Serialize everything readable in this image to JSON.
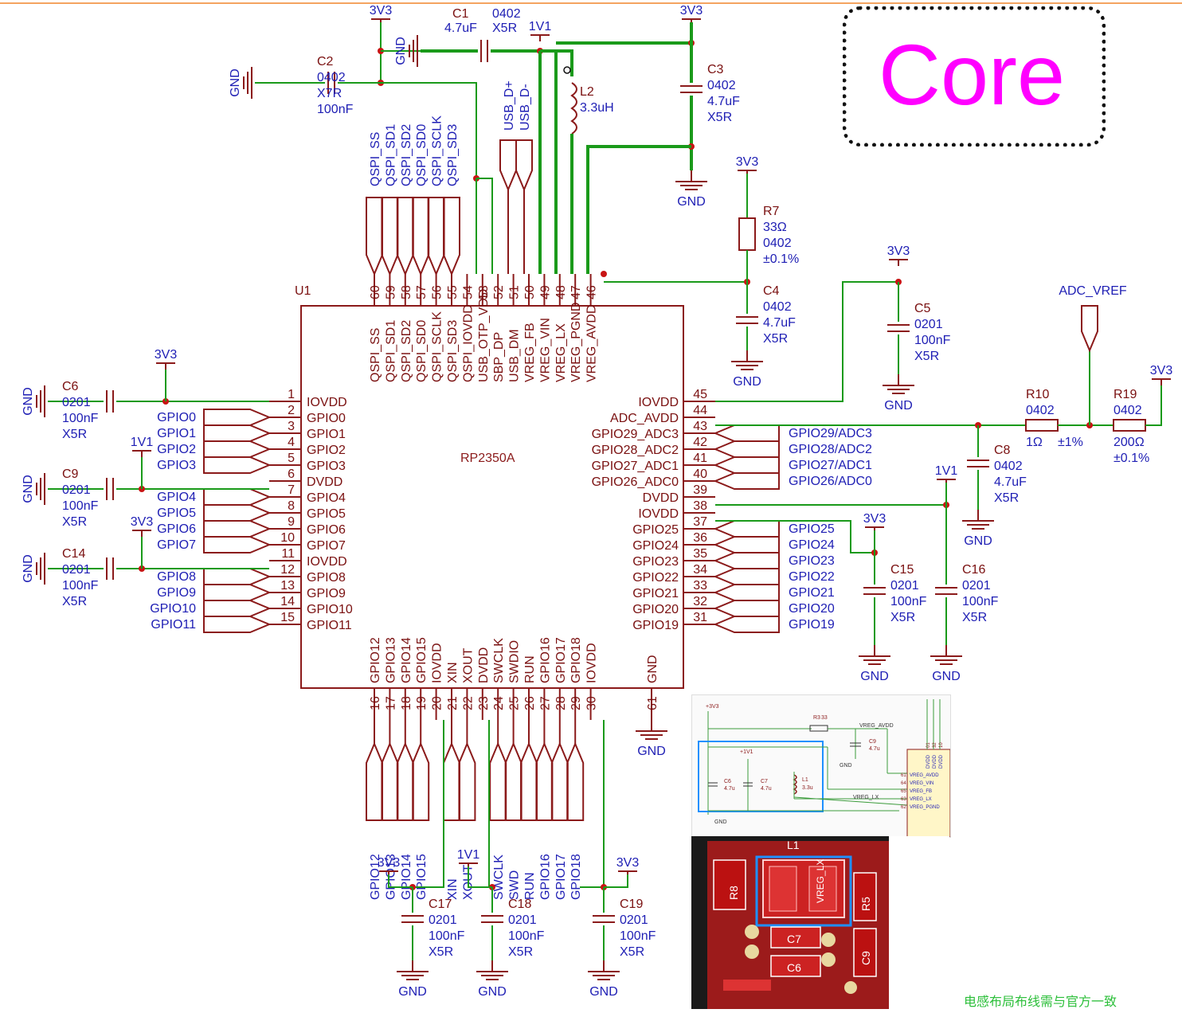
{
  "title": "Core",
  "ic": {
    "ref": "U1",
    "part": "RP2350A"
  },
  "left_pins": [
    {
      "num": "1",
      "name": "IOVDD"
    },
    {
      "num": "2",
      "name": "GPIO0"
    },
    {
      "num": "3",
      "name": "GPIO1"
    },
    {
      "num": "4",
      "name": "GPIO2"
    },
    {
      "num": "5",
      "name": "GPIO3"
    },
    {
      "num": "6",
      "name": "DVDD"
    },
    {
      "num": "7",
      "name": "GPIO4"
    },
    {
      "num": "8",
      "name": "GPIO5"
    },
    {
      "num": "9",
      "name": "GPIO6"
    },
    {
      "num": "10",
      "name": "GPIO7"
    },
    {
      "num": "11",
      "name": "IOVDD"
    },
    {
      "num": "12",
      "name": "GPIO8"
    },
    {
      "num": "13",
      "name": "GPIO9"
    },
    {
      "num": "14",
      "name": "GPIO10"
    },
    {
      "num": "15",
      "name": "GPIO11"
    }
  ],
  "right_pins": [
    {
      "num": "45",
      "name": "IOVDD"
    },
    {
      "num": "44",
      "name": "ADC_AVDD"
    },
    {
      "num": "43",
      "name": "GPIO29_ADC3"
    },
    {
      "num": "42",
      "name": "GPIO28_ADC2"
    },
    {
      "num": "41",
      "name": "GPIO27_ADC1"
    },
    {
      "num": "40",
      "name": "GPIO26_ADC0"
    },
    {
      "num": "39",
      "name": "DVDD"
    },
    {
      "num": "38",
      "name": "IOVDD"
    },
    {
      "num": "37",
      "name": "GPIO25"
    },
    {
      "num": "36",
      "name": "GPIO24"
    },
    {
      "num": "35",
      "name": "GPIO23"
    },
    {
      "num": "34",
      "name": "GPIO22"
    },
    {
      "num": "33",
      "name": "GPIO21"
    },
    {
      "num": "32",
      "name": "GPIO20"
    },
    {
      "num": "31",
      "name": "GPIO19"
    }
  ],
  "top_pins": [
    {
      "num": "60",
      "name": "QSPI_SS"
    },
    {
      "num": "59",
      "name": "QSPI_SD1"
    },
    {
      "num": "58",
      "name": "QSPI_SD2"
    },
    {
      "num": "57",
      "name": "QSPI_SD0"
    },
    {
      "num": "56",
      "name": "QSPI_SCLK"
    },
    {
      "num": "55",
      "name": "QSPI_SD3"
    },
    {
      "num": "54",
      "name": "QSPI_IOVDD"
    },
    {
      "num": "53",
      "name": "USB_OTP_VDD"
    },
    {
      "num": "52",
      "name": "SBP_DP"
    },
    {
      "num": "51",
      "name": "USB_DM"
    },
    {
      "num": "50",
      "name": "VREG_FB"
    },
    {
      "num": "49",
      "name": "VREG_VIN"
    },
    {
      "num": "48",
      "name": "VREG_LX"
    },
    {
      "num": "47",
      "name": "VREG_PGND"
    },
    {
      "num": "46",
      "name": "VREG_AVDD"
    }
  ],
  "bottom_pins": [
    {
      "num": "16",
      "name": "GPIO12"
    },
    {
      "num": "17",
      "name": "GPIO13"
    },
    {
      "num": "18",
      "name": "GPIO14"
    },
    {
      "num": "19",
      "name": "GPIO15"
    },
    {
      "num": "20",
      "name": "IOVDD"
    },
    {
      "num": "21",
      "name": "XIN"
    },
    {
      "num": "22",
      "name": "XOUT"
    },
    {
      "num": "23",
      "name": "DVDD"
    },
    {
      "num": "24",
      "name": "SWCLK"
    },
    {
      "num": "25",
      "name": "SWDIO"
    },
    {
      "num": "26",
      "name": "RUN"
    },
    {
      "num": "27",
      "name": "GPIO16"
    },
    {
      "num": "28",
      "name": "GPIO17"
    },
    {
      "num": "29",
      "name": "GPIO18"
    },
    {
      "num": "30",
      "name": "IOVDD"
    },
    {
      "num": "61",
      "name": "GND"
    }
  ],
  "left_nets": [
    "GPIO0",
    "GPIO1",
    "GPIO2",
    "GPIO3",
    "GPIO4",
    "GPIO5",
    "GPIO6",
    "GPIO7",
    "GPIO8",
    "GPIO9",
    "GPIO10",
    "GPIO11"
  ],
  "right_nets": [
    "GPIO29/ADC3",
    "GPIO28/ADC2",
    "GPIO27/ADC1",
    "GPIO26/ADC0",
    "GPIO25",
    "GPIO24",
    "GPIO23",
    "GPIO22",
    "GPIO21",
    "GPIO20",
    "GPIO19"
  ],
  "top_nets": [
    "QSPI_SS",
    "QSPI_SD1",
    "QSPI_SD2",
    "QSPI_SD0",
    "QSPI_SCLK",
    "QSPI_SD3",
    "USB_D+",
    "USB_D-"
  ],
  "bottom_nets": [
    "GPIO12",
    "GPIO13",
    "GPIO14",
    "GPIO15",
    "XIN",
    "XOUT",
    "SWCLK",
    "SWD",
    "RUN",
    "GPIO16",
    "GPIO17",
    "GPIO18"
  ],
  "power": {
    "p3v3": "3V3",
    "p1v1": "1V1",
    "gnd": "GND",
    "adc_vref": "ADC_VREF"
  },
  "components": {
    "C1": [
      "C1",
      "4.7uF",
      "0402",
      "X5R"
    ],
    "C2": [
      "C2",
      "0402",
      "X7R",
      "100nF"
    ],
    "C3": [
      "C3",
      "0402",
      "4.7uF",
      "X5R"
    ],
    "L2": [
      "L2",
      "3.3uH"
    ],
    "R7": [
      "R7",
      "33Ω",
      "0402",
      "±0.1%"
    ],
    "C4": [
      "C4",
      "0402",
      "4.7uF",
      "X5R"
    ],
    "C5": [
      "C5",
      "0201",
      "100nF",
      "X5R"
    ],
    "R10": [
      "R10",
      "0402",
      "1Ω",
      "±1%"
    ],
    "R19": [
      "R19",
      "0402",
      "200Ω",
      "±0.1%"
    ],
    "C8": [
      "C8",
      "0402",
      "4.7uF",
      "X5R"
    ],
    "C6": [
      "C6",
      "0201",
      "100nF",
      "X5R"
    ],
    "C9": [
      "C9",
      "0201",
      "100nF",
      "X5R"
    ],
    "C14": [
      "C14",
      "0201",
      "100nF",
      "X5R"
    ],
    "C15": [
      "C15",
      "0201",
      "100nF",
      "X5R"
    ],
    "C16": [
      "C16",
      "0201",
      "100nF",
      "X5R"
    ],
    "C17": [
      "C17",
      "0201",
      "100nF",
      "X5R"
    ],
    "C18": [
      "C18",
      "0201",
      "100nF",
      "X5R"
    ],
    "C19": [
      "C19",
      "0201",
      "100nF",
      "X5R"
    ]
  },
  "mini_schematic": {
    "p3v3": "+3V3",
    "p1v1": "+1V1",
    "gnd": "GND",
    "vreg_avdd": "VREG_AVDD",
    "vreg_lx": "VREG_LX",
    "r3": "R3",
    "r3_val": "33",
    "c9": "C9",
    "c9_val": "4.7u",
    "c6": "C6",
    "c6_val": "4.7u",
    "c7": "C7",
    "c7_val": "4.7u",
    "l1": "L1",
    "l1_val": "3.3u",
    "pins": [
      {
        "num": "61",
        "name": "VREG_AVDD"
      },
      {
        "num": "64",
        "name": "VREG_VIN"
      },
      {
        "num": "65",
        "name": "VREG_FB"
      },
      {
        "num": "63",
        "name": "VREG_LX"
      },
      {
        "num": "62",
        "name": "VREG_PGND"
      }
    ],
    "dvdd": [
      "DVDD",
      "DVDD",
      "DVDD"
    ],
    "dvdd_nums": [
      "01",
      "32",
      "10"
    ]
  },
  "mini_pcb": {
    "l1": "L1",
    "vreg_lx": "VREG_LX",
    "r8": "R8",
    "r5": "R5",
    "c7": "C7",
    "c6": "C6",
    "c9": "C9"
  },
  "note": "电感布局布线需与官方一致"
}
